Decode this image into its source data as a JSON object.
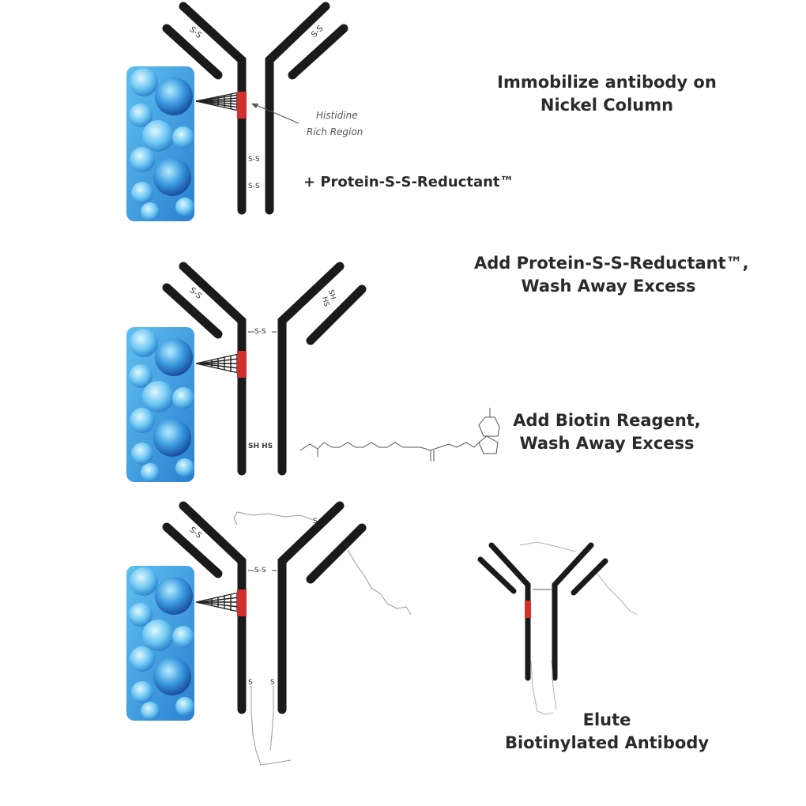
{
  "steps": [
    {
      "line1": "Immobilize antibody on",
      "line2": "Nickel Column"
    },
    {
      "line1": "Add Protein-S-S-Reductant™,",
      "line2": "Wash Away Excess"
    },
    {
      "line1": "Add Biotin Reagent,",
      "line2": "Wash Away Excess"
    },
    {
      "line1": "Elute",
      "line2": "Biotinylated Antibody"
    }
  ],
  "reagent_label": "+ Protein-S-S-Reductant™",
  "callout": {
    "line1": "Histidine",
    "line2": "Rich Region"
  },
  "bond_labels": {
    "disulfide": "S-S",
    "sh_pair": "SH HS",
    "sh": "SH",
    "hs": "HS",
    "s": "S"
  },
  "colors": {
    "antibody": "#1a1a1a",
    "histidine_region": "#d32f2f",
    "bead_light": "#7fd0f5",
    "bead_dark": "#1e5fb3",
    "text": "#2a2a2a"
  },
  "icons": {
    "column_bead": "nickel-column-beads",
    "biotin": "biotin-molecule"
  }
}
